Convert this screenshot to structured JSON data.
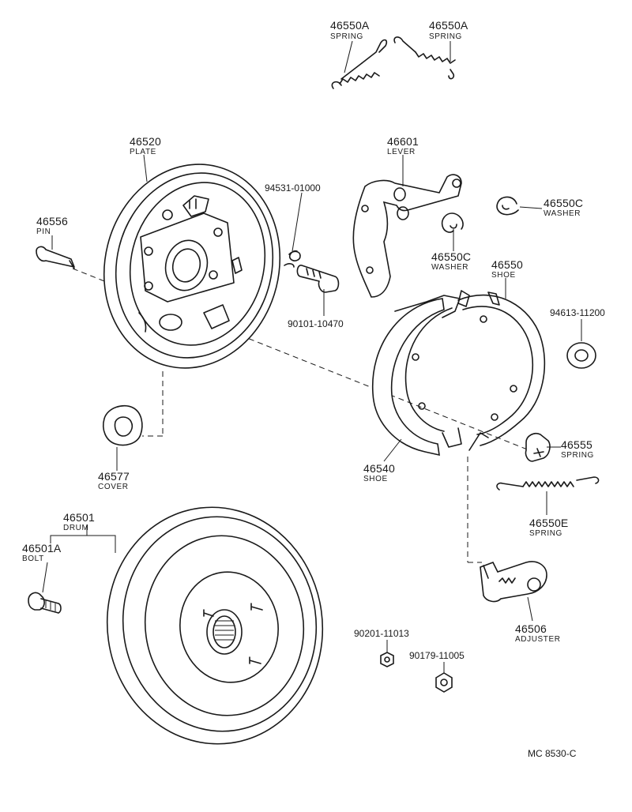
{
  "parts": {
    "spring_a1": {
      "number": "46550A",
      "name": "SPRING"
    },
    "spring_a2": {
      "number": "46550A",
      "name": "SPRING"
    },
    "plate": {
      "number": "46520",
      "name": "PLATE"
    },
    "lever": {
      "number": "46601",
      "name": "LEVER"
    },
    "washer_c1": {
      "number": "46550C",
      "name": "WASHER"
    },
    "washer_c2": {
      "number": "46550C",
      "name": "WASHER"
    },
    "pin": {
      "number": "46556",
      "name": "PIN"
    },
    "clip_94531": {
      "number": "94531-01000"
    },
    "shoe_46550": {
      "number": "46550",
      "name": "SHOE"
    },
    "washer_94613": {
      "number": "94613-11200"
    },
    "bolt_90101": {
      "number": "90101-10470"
    },
    "spring_46555": {
      "number": "46555",
      "name": "SPRING"
    },
    "cover": {
      "number": "46577",
      "name": "COVER"
    },
    "shoe_46540": {
      "number": "46540",
      "name": "SHOE"
    },
    "spring_e": {
      "number": "46550E",
      "name": "SPRING"
    },
    "drum": {
      "number": "46501",
      "name": "DRUM"
    },
    "bolt_a": {
      "number": "46501A",
      "name": "BOLT"
    },
    "nut_90201": {
      "number": "90201-11013"
    },
    "nut_90179": {
      "number": "90179-11005"
    },
    "adjuster": {
      "number": "46506",
      "name": "ADJUSTER"
    }
  },
  "figure_code": "MC 8530-C"
}
